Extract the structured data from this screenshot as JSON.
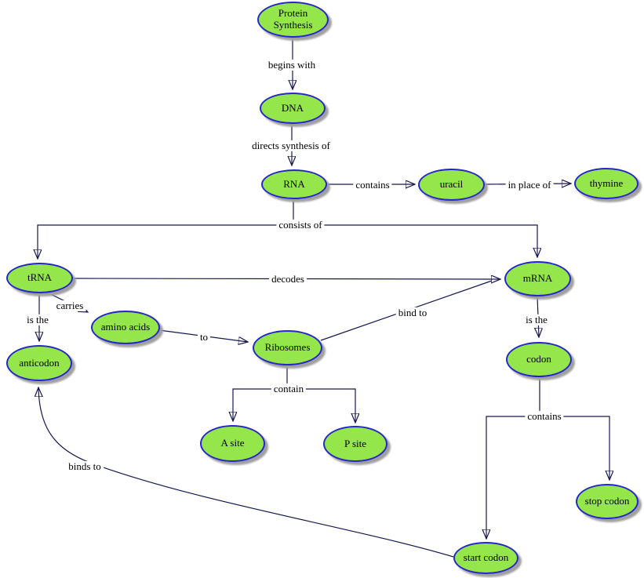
{
  "map": {
    "topic": "Protein Synthesis",
    "kind": "concept-map"
  },
  "colors": {
    "node_fill": "#94e64a",
    "node_border": "#2626cc",
    "node_shadow": "#a0a0a0",
    "connector": "#17174f",
    "text": "#000000",
    "background": "#ffffff"
  },
  "nodes": {
    "protein_synthesis": {
      "label": "Protein Synthesis"
    },
    "dna": {
      "label": "DNA"
    },
    "rna": {
      "label": "RNA"
    },
    "uracil": {
      "label": "uracil"
    },
    "thymine": {
      "label": "thymine"
    },
    "trna": {
      "label": "tRNA"
    },
    "mrna": {
      "label": "mRNA"
    },
    "amino_acids": {
      "label": "amino acids"
    },
    "anticodon": {
      "label": "anticodon"
    },
    "ribosomes": {
      "label": "Ribosomes"
    },
    "codon": {
      "label": "codon"
    },
    "a_site": {
      "label": "A site"
    },
    "p_site": {
      "label": "P site"
    },
    "stop_codon": {
      "label": "stop codon"
    },
    "start_codon": {
      "label": "start codon"
    }
  },
  "edges": [
    {
      "from": "protein_synthesis",
      "to": [
        "dna"
      ],
      "label": "begins with"
    },
    {
      "from": "dna",
      "to": [
        "rna"
      ],
      "label": "directs synthesis of"
    },
    {
      "from": "rna",
      "to": [
        "uracil"
      ],
      "label": "contains"
    },
    {
      "from": "uracil",
      "to": [
        "thymine"
      ],
      "label": "in place of"
    },
    {
      "from": "rna",
      "to": [
        "trna",
        "mrna"
      ],
      "label": "consists of"
    },
    {
      "from": "trna",
      "to": [
        "mrna"
      ],
      "label": "decodes"
    },
    {
      "from": "trna",
      "to": [
        "amino_acids"
      ],
      "label": "carries"
    },
    {
      "from": "trna",
      "to": [
        "anticodon"
      ],
      "label": "is the"
    },
    {
      "from": "amino_acids",
      "to": [
        "ribosomes"
      ],
      "label": "to"
    },
    {
      "from": "ribosomes",
      "to": [
        "mrna"
      ],
      "label": "bind to"
    },
    {
      "from": "ribosomes",
      "to": [
        "a_site",
        "p_site"
      ],
      "label": "contain"
    },
    {
      "from": "mrna",
      "to": [
        "codon"
      ],
      "label": "is the"
    },
    {
      "from": "codon",
      "to": [
        "start_codon",
        "stop_codon"
      ],
      "label": "contains"
    },
    {
      "from": "start_codon",
      "to": [
        "anticodon"
      ],
      "label": "binds to"
    }
  ]
}
